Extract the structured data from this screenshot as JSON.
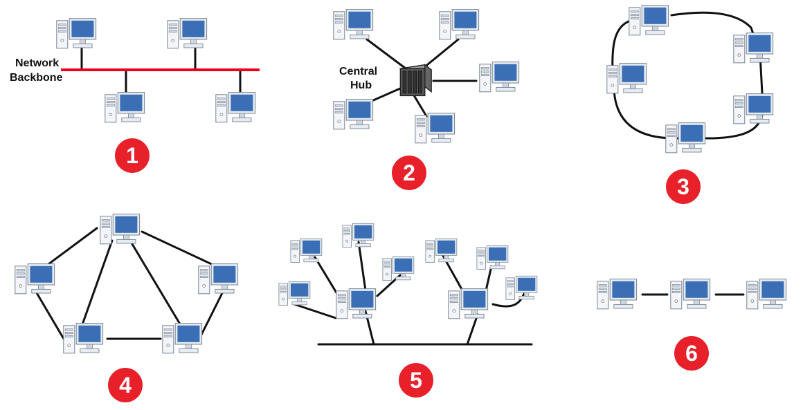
{
  "colors": {
    "backbone": "#e8001c",
    "badge": "#e8202a",
    "wire": "#111111",
    "screen": "#3a6fb5",
    "hub": "#555555"
  },
  "icons": {
    "computer": "computer-icon",
    "hub": "hub-icon"
  },
  "topologies": [
    {
      "id": "bus",
      "number": "1",
      "label_lines": [
        "Network",
        "Backbone"
      ]
    },
    {
      "id": "star",
      "number": "2",
      "label_lines": [
        "Central",
        "Hub"
      ]
    },
    {
      "id": "ring",
      "number": "3",
      "label_lines": []
    },
    {
      "id": "mesh",
      "number": "4",
      "label_lines": []
    },
    {
      "id": "tree",
      "number": "5",
      "label_lines": []
    },
    {
      "id": "line",
      "number": "6",
      "label_lines": []
    }
  ]
}
